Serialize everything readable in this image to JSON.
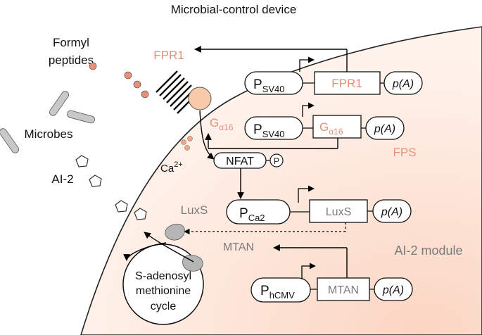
{
  "title": "Microbial-control device",
  "labels": {
    "formyl_peptides_line1": "Formyl",
    "formyl_peptides_line2": "peptides",
    "microbes": "Microbes",
    "ai2": "AI-2",
    "fpr1": "FPR1",
    "galpha16_main": "G",
    "galpha16_sub": "α16",
    "calcium_main": "Ca",
    "calcium_sup": "2+",
    "nfat": "NFAT",
    "phospho": "P",
    "fps": "FPS",
    "luxs": "LuxS",
    "mtan": "MTAN",
    "ai2_module": "AI-2 module",
    "sam_cycle_line1": "S-adenosyl",
    "sam_cycle_line2": "methionine",
    "sam_cycle_line3": "cycle"
  },
  "constructs": {
    "fpr1": {
      "promoter_main": "P",
      "promoter_sub": "SV40",
      "gene": "FPR1",
      "polyA": "p(A)"
    },
    "galpha16": {
      "promoter_main": "P",
      "promoter_sub": "SV40",
      "gene_main": "G",
      "gene_sub": "α16",
      "polyA": "p(A)"
    },
    "luxs": {
      "promoter_main": "P",
      "promoter_sub": "Ca2",
      "gene": "LuxS",
      "polyA": "p(A)"
    },
    "mtan": {
      "promoter_main": "P",
      "promoter_sub": "hCMV",
      "gene": "MTAN",
      "polyA": "p(A)"
    }
  },
  "colors": {
    "salmon": "#e8907a",
    "gray_text": "#7a7a7a",
    "cell_fill": "#fde8dc",
    "receptor_ball": "#f9caa9",
    "microbe_fill": "#c8c8c8",
    "peptide_fill": "#e8907a",
    "ca_fill": "#f0a887",
    "luxs_fill": "#b5b5b5"
  }
}
